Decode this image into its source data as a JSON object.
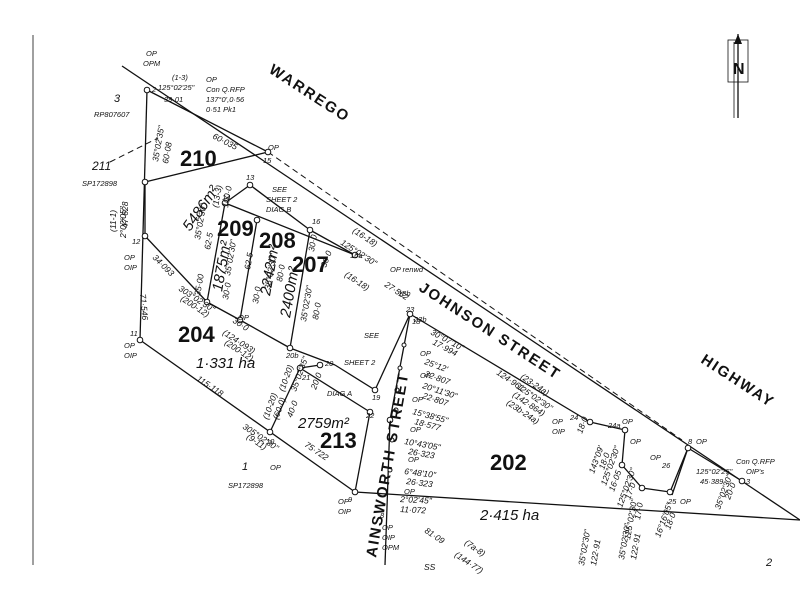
{
  "roads": {
    "warrego": "WARREGO",
    "highway": "HIGHWAY",
    "johnson_street": "JOHNSON   STREET",
    "ainsworth_street": "AINSWORTH   STREET"
  },
  "north_arrow": {
    "label": "N"
  },
  "lots": [
    {
      "number": "210",
      "area": "5486m²"
    },
    {
      "number": "209",
      "area": "1875m²"
    },
    {
      "number": "208",
      "area": "2242m²"
    },
    {
      "number": "207",
      "area": "2400m²"
    },
    {
      "number": "204",
      "area": "1·331 ha"
    },
    {
      "number": "213",
      "area": "2759m²"
    },
    {
      "number": "202",
      "area": "2·415 ha"
    }
  ],
  "adjoining": {
    "lot3": "3",
    "rp807607": "RP807607",
    "lot211": "211",
    "sp172898_top": "SP172898",
    "lot1": "1",
    "sp172898_bottom": "SP172898",
    "lot2": "2"
  },
  "see_sheet_notes": {
    "diag_b_1": "SEE",
    "diag_b_2": "SHEET 2",
    "diag_b_3": "DIAG B",
    "sheet2_see": "SEE",
    "sheet2_label": "SHEET 2",
    "diag_a": "DIAG A"
  },
  "top_left_corner": {
    "op": "OP",
    "opm": "OPM",
    "chain": "(1-3)",
    "bearing": "125°02'25\"",
    "dist": "39·01",
    "ref1": "OP",
    "ref2": "Con Q.RFP",
    "ref3": "137°0',0·56",
    "ref4": "0·51 Pk1"
  },
  "top_right_corner": {
    "op": "OP",
    "ref1": "Con Q.RFP",
    "ref2": "125°02'25\"",
    "ref3": "45·389",
    "ref4": "OIP's"
  },
  "dims": {
    "d60035": "60·035",
    "b35_1": "35°02'35\"",
    "d6008": "60·08",
    "d47628": "47·628",
    "chain13": "(13-3)",
    "b35_2": "35°02'30\"",
    "d1000": "100·0",
    "d625a": "62·5",
    "chain11": "(11-1)",
    "b2_02": "2°02'05\"",
    "d34093": "34·093",
    "d3500": "35·00",
    "d3000a": "30·0",
    "d3000b": "30·0",
    "b35_3": "35°02'30\"",
    "d625b": "62·5",
    "b35_4": "35°02'30\"",
    "d800": "80·0",
    "d3000c": "30·0",
    "b35_5": "35°02'30\"",
    "d800b": "80·0",
    "chain16": "(16-18)",
    "b125a": "125°02'30\"",
    "d3000d": "30·0",
    "d27562": "27·562",
    "chain16_18b": "(16-18)",
    "b303": "303°02'30\"",
    "chain200": "(200-12)",
    "d30e": "30·0",
    "d124093": "(124·093)",
    "chain200b": "(200-12)",
    "d71546": "71·546",
    "d115118": "115·118",
    "b305": "305°02'30\"",
    "chain9": "(9-11)",
    "d75722": "75·722",
    "chain10": "(10-20)",
    "d600": "(60·0)",
    "chain10b": "(10-20)",
    "b35_6": "35°02'35\"",
    "d200": "20·0",
    "d400": "40·0",
    "b30_07": "30°07'10\"",
    "d17994": "17·994",
    "d2512": "25°12'",
    "d22807": "22·807",
    "b20_11": "20°11'30\"",
    "d22807b": "22·807",
    "b15_38": "15°38'55\"",
    "d18577": "18·577",
    "b10_43": "10°43'05\"",
    "d26323": "26·323",
    "b6_48": "6°48'10\"",
    "d26323b": "26·323",
    "b2_02b": "2°02'45\"",
    "d11072": "11·072",
    "d8109": "81·09",
    "chain7": "(7a-8)",
    "d14477": "(144·77)",
    "chain23": "(23-24a)",
    "b125b": "125°02'30\"",
    "d124961": "124·961",
    "d142864": "(142·864)",
    "chain23b": "(23b-24a)",
    "d180": "18·0",
    "b143_09": "143°09'",
    "d180b": "18·0",
    "b125c": "125°02'30\"",
    "d1605": "16·05",
    "b125d": "125°02'30\"",
    "d170": "17·0",
    "b125e": "125°02'30\"",
    "d170b": "17·0",
    "b16_16": "16°16'05\"",
    "d180c": "18·0",
    "b35_7": "35°02'30\"",
    "d200b": "20·0",
    "b35_8": "35°02'30\"",
    "d12291": "122·91",
    "b35_9": "35°02'30\"",
    "d12291b": "122·91",
    "ss": "SS"
  },
  "pegs": {
    "p2": "2",
    "p13": "13",
    "p14": "14",
    "p15": "15",
    "p16": "16",
    "p16a": "16a",
    "p18b": "18b",
    "p18": "18",
    "p12": "12",
    "p11": "11",
    "p20": "20",
    "p20b": "20b",
    "p21": "21",
    "p22": "22",
    "p19": "19",
    "p10": "10",
    "p9": "9",
    "p8": "8",
    "p23": "23",
    "p23b": "23b",
    "p24": "24",
    "p24a": "24a",
    "p25": "25",
    "p26": "26",
    "p3": "3",
    "p8b": "8"
  },
  "marks": {
    "op": "OP",
    "oip": "OIP",
    "opm": "OPM",
    "op_renwd": "OP renwd"
  }
}
